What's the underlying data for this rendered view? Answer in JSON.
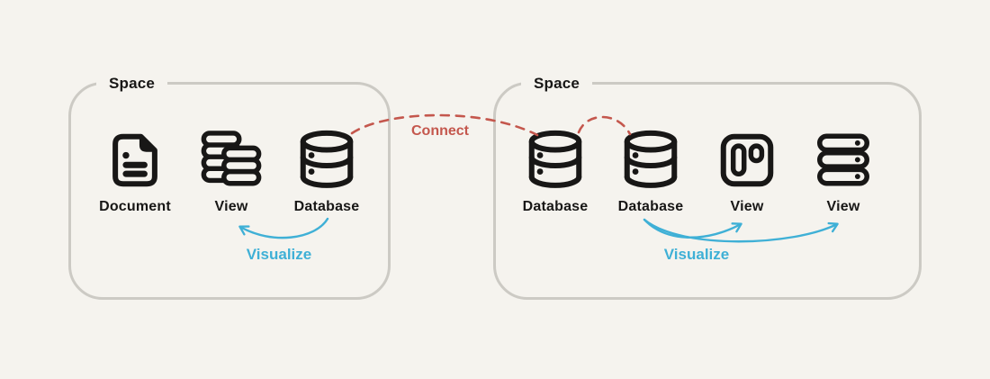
{
  "diagram": {
    "background_color": "#F5F3EE",
    "box_border_color": "#CCCAC4",
    "ink_color": "#181716",
    "connect_color": "#C4574D",
    "visualize_color": "#3FB0D6"
  },
  "spaces": [
    {
      "label": "Space",
      "items": [
        {
          "icon": "document-icon",
          "label": "Document"
        },
        {
          "icon": "stack-view-icon",
          "label": "View"
        },
        {
          "icon": "database-icon",
          "label": "Database"
        }
      ],
      "visualize_label": "Visualize"
    },
    {
      "label": "Space",
      "items": [
        {
          "icon": "database-icon",
          "label": "Database"
        },
        {
          "icon": "database-icon",
          "label": "Database"
        },
        {
          "icon": "board-view-icon",
          "label": "View"
        },
        {
          "icon": "server-view-icon",
          "label": "View"
        }
      ],
      "visualize_label": "Visualize"
    }
  ],
  "connections": {
    "connect_label": "Connect"
  }
}
